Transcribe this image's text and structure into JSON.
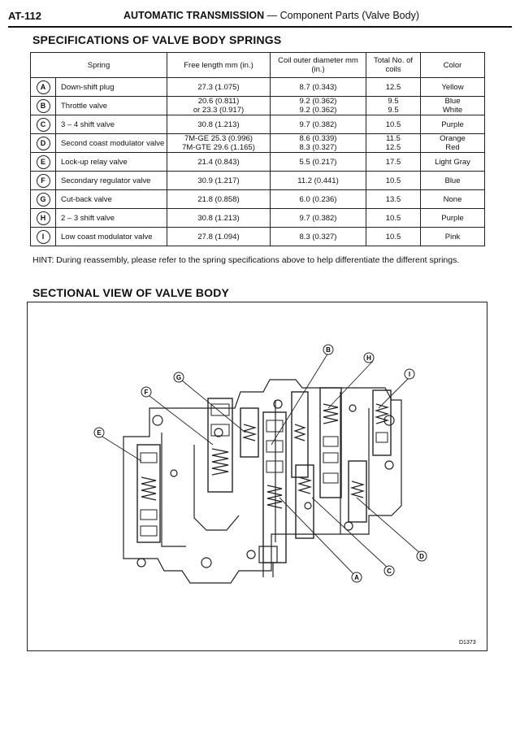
{
  "header": {
    "page": "AT-112",
    "section": "AUTOMATIC TRANSMISSION",
    "subsection": "— Component Parts (Valve Body)"
  },
  "spec_title": "SPECIFICATIONS OF VALVE BODY SPRINGS",
  "table": {
    "headers": {
      "spring": "Spring",
      "free_length": "Free length    mm (in.)",
      "coil_dia": "Coil outer diameter mm (in.)",
      "coils": "Total No. of coils",
      "color": "Color"
    },
    "rows": [
      {
        "letter": "A",
        "name": "Down-shift plug",
        "free": [
          "27.3  (1.075)"
        ],
        "dia": [
          "8.7  (0.343)"
        ],
        "coils": [
          "12.5"
        ],
        "color": [
          "Yellow"
        ]
      },
      {
        "letter": "B",
        "name": "Throttle valve",
        "free": [
          "20.6  (0.811)",
          "or 23.3  (0.917)"
        ],
        "dia": [
          "9.2  (0.362)",
          "9.2  (0.362)"
        ],
        "coils": [
          "9.5",
          "9.5"
        ],
        "color": [
          "Blue",
          "White"
        ]
      },
      {
        "letter": "C",
        "name": "3 – 4 shift valve",
        "free": [
          "30.8  (1.213)"
        ],
        "dia": [
          "9.7  (0.382)"
        ],
        "coils": [
          "10.5"
        ],
        "color": [
          "Purple"
        ]
      },
      {
        "letter": "D",
        "name": "Second coast modulator valve",
        "free": [
          "7M-GE     25.3  (0.996)",
          "7M-GTE   29.6  (1.165)"
        ],
        "dia": [
          "8.6  (0.339)",
          "8.3  (0.327)"
        ],
        "coils": [
          "11.5",
          "12.5"
        ],
        "color": [
          "Orange",
          "Red"
        ]
      },
      {
        "letter": "E",
        "name": "Lock-up relay valve",
        "free": [
          "21.4  (0.843)"
        ],
        "dia": [
          "5.5  (0.217)"
        ],
        "coils": [
          "17.5"
        ],
        "color": [
          "Light Gray"
        ]
      },
      {
        "letter": "F",
        "name": "Secondary regulator valve",
        "free": [
          "30.9  (1.217)"
        ],
        "dia": [
          "11.2  (0.441)"
        ],
        "coils": [
          "10.5"
        ],
        "color": [
          "Blue"
        ]
      },
      {
        "letter": "G",
        "name": "Cut-back valve",
        "free": [
          "21.8  (0.858)"
        ],
        "dia": [
          "6.0  (0.236)"
        ],
        "coils": [
          "13.5"
        ],
        "color": [
          "None"
        ]
      },
      {
        "letter": "H",
        "name": "2 – 3 shift valve",
        "free": [
          "30.8  (1.213)"
        ],
        "dia": [
          "9.7  (0.382)"
        ],
        "coils": [
          "10.5"
        ],
        "color": [
          "Purple"
        ]
      },
      {
        "letter": "I",
        "name": "Low coast modulator valve",
        "free": [
          "27.8  (1.094)"
        ],
        "dia": [
          "8.3  (0.327)"
        ],
        "coils": [
          "10.5"
        ],
        "color": [
          "Pink"
        ]
      }
    ]
  },
  "hint": "HINT:   During reassembly, please refer to the spring specifications above to help differentiate the different springs.",
  "sectional_title": "SECTIONAL VIEW OF VALVE BODY",
  "figure": {
    "code": "D1373",
    "callouts": [
      "A",
      "B",
      "C",
      "D",
      "E",
      "F",
      "G",
      "H",
      "I"
    ]
  }
}
